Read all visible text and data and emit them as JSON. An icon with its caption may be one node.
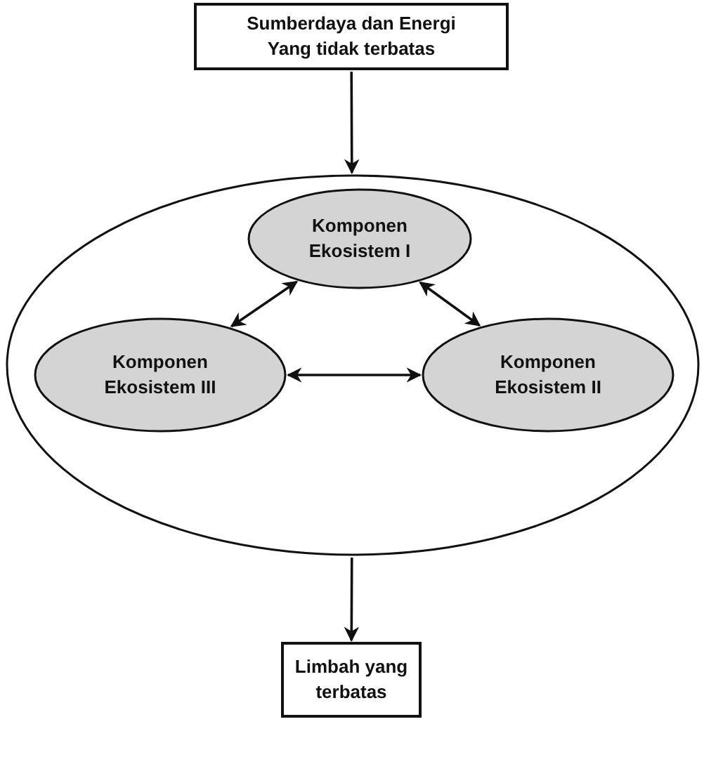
{
  "diagram": {
    "nodes": [
      {
        "text": [
          "Sumberdaya dan Energi Yang tidak terbatas"
        ]
      },
      {
        "text": [],
        "shape": "ellipse"
      },
      {
        "text": [
          "Komponen Ekosistem I"
        ],
        "in": 1
      },
      {
        "text": [
          "Komponen Ekosistem III"
        ],
        "in": 1
      },
      {
        "text": [
          "Komponen Ekosistem II"
        ],
        "in": 1
      },
      {
        "text": [
          "Limbah yang terbatas"
        ]
      }
    ],
    "edges": [
      {
        "from": 0,
        "to": 1,
        "arrow": "to"
      },
      {
        "from": 2,
        "to": 3,
        "arrow": "both"
      },
      {
        "from": 2,
        "to": 4,
        "arrow": "both"
      },
      {
        "from": 3,
        "to": 4,
        "arrow": "both"
      },
      {
        "from": 1,
        "to": 5,
        "arrow": "to"
      }
    ]
  }
}
